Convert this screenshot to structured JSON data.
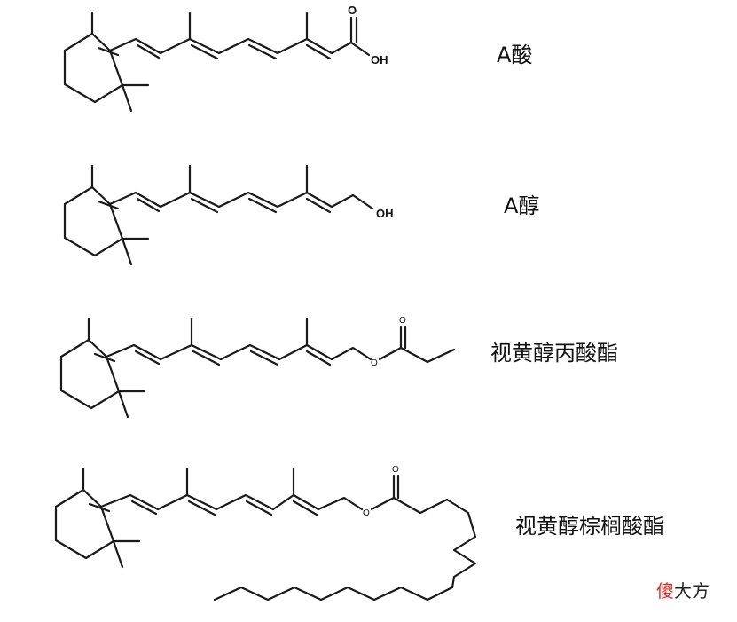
{
  "compounds": [
    {
      "name": "A酸",
      "group_label": "OH",
      "carbonyl_label": "O"
    },
    {
      "name": "A醇",
      "group_label": "OH"
    },
    {
      "name": "视黄醇丙酸酯",
      "ester_o_label": "O",
      "carbonyl_label": "O"
    },
    {
      "name": "视黄醇棕榈酸酯",
      "ester_o_label": "O",
      "carbonyl_label": "O"
    }
  ],
  "watermark": {
    "accent": "傻",
    "rest": "大方",
    "accent_color": "#e0281e"
  }
}
